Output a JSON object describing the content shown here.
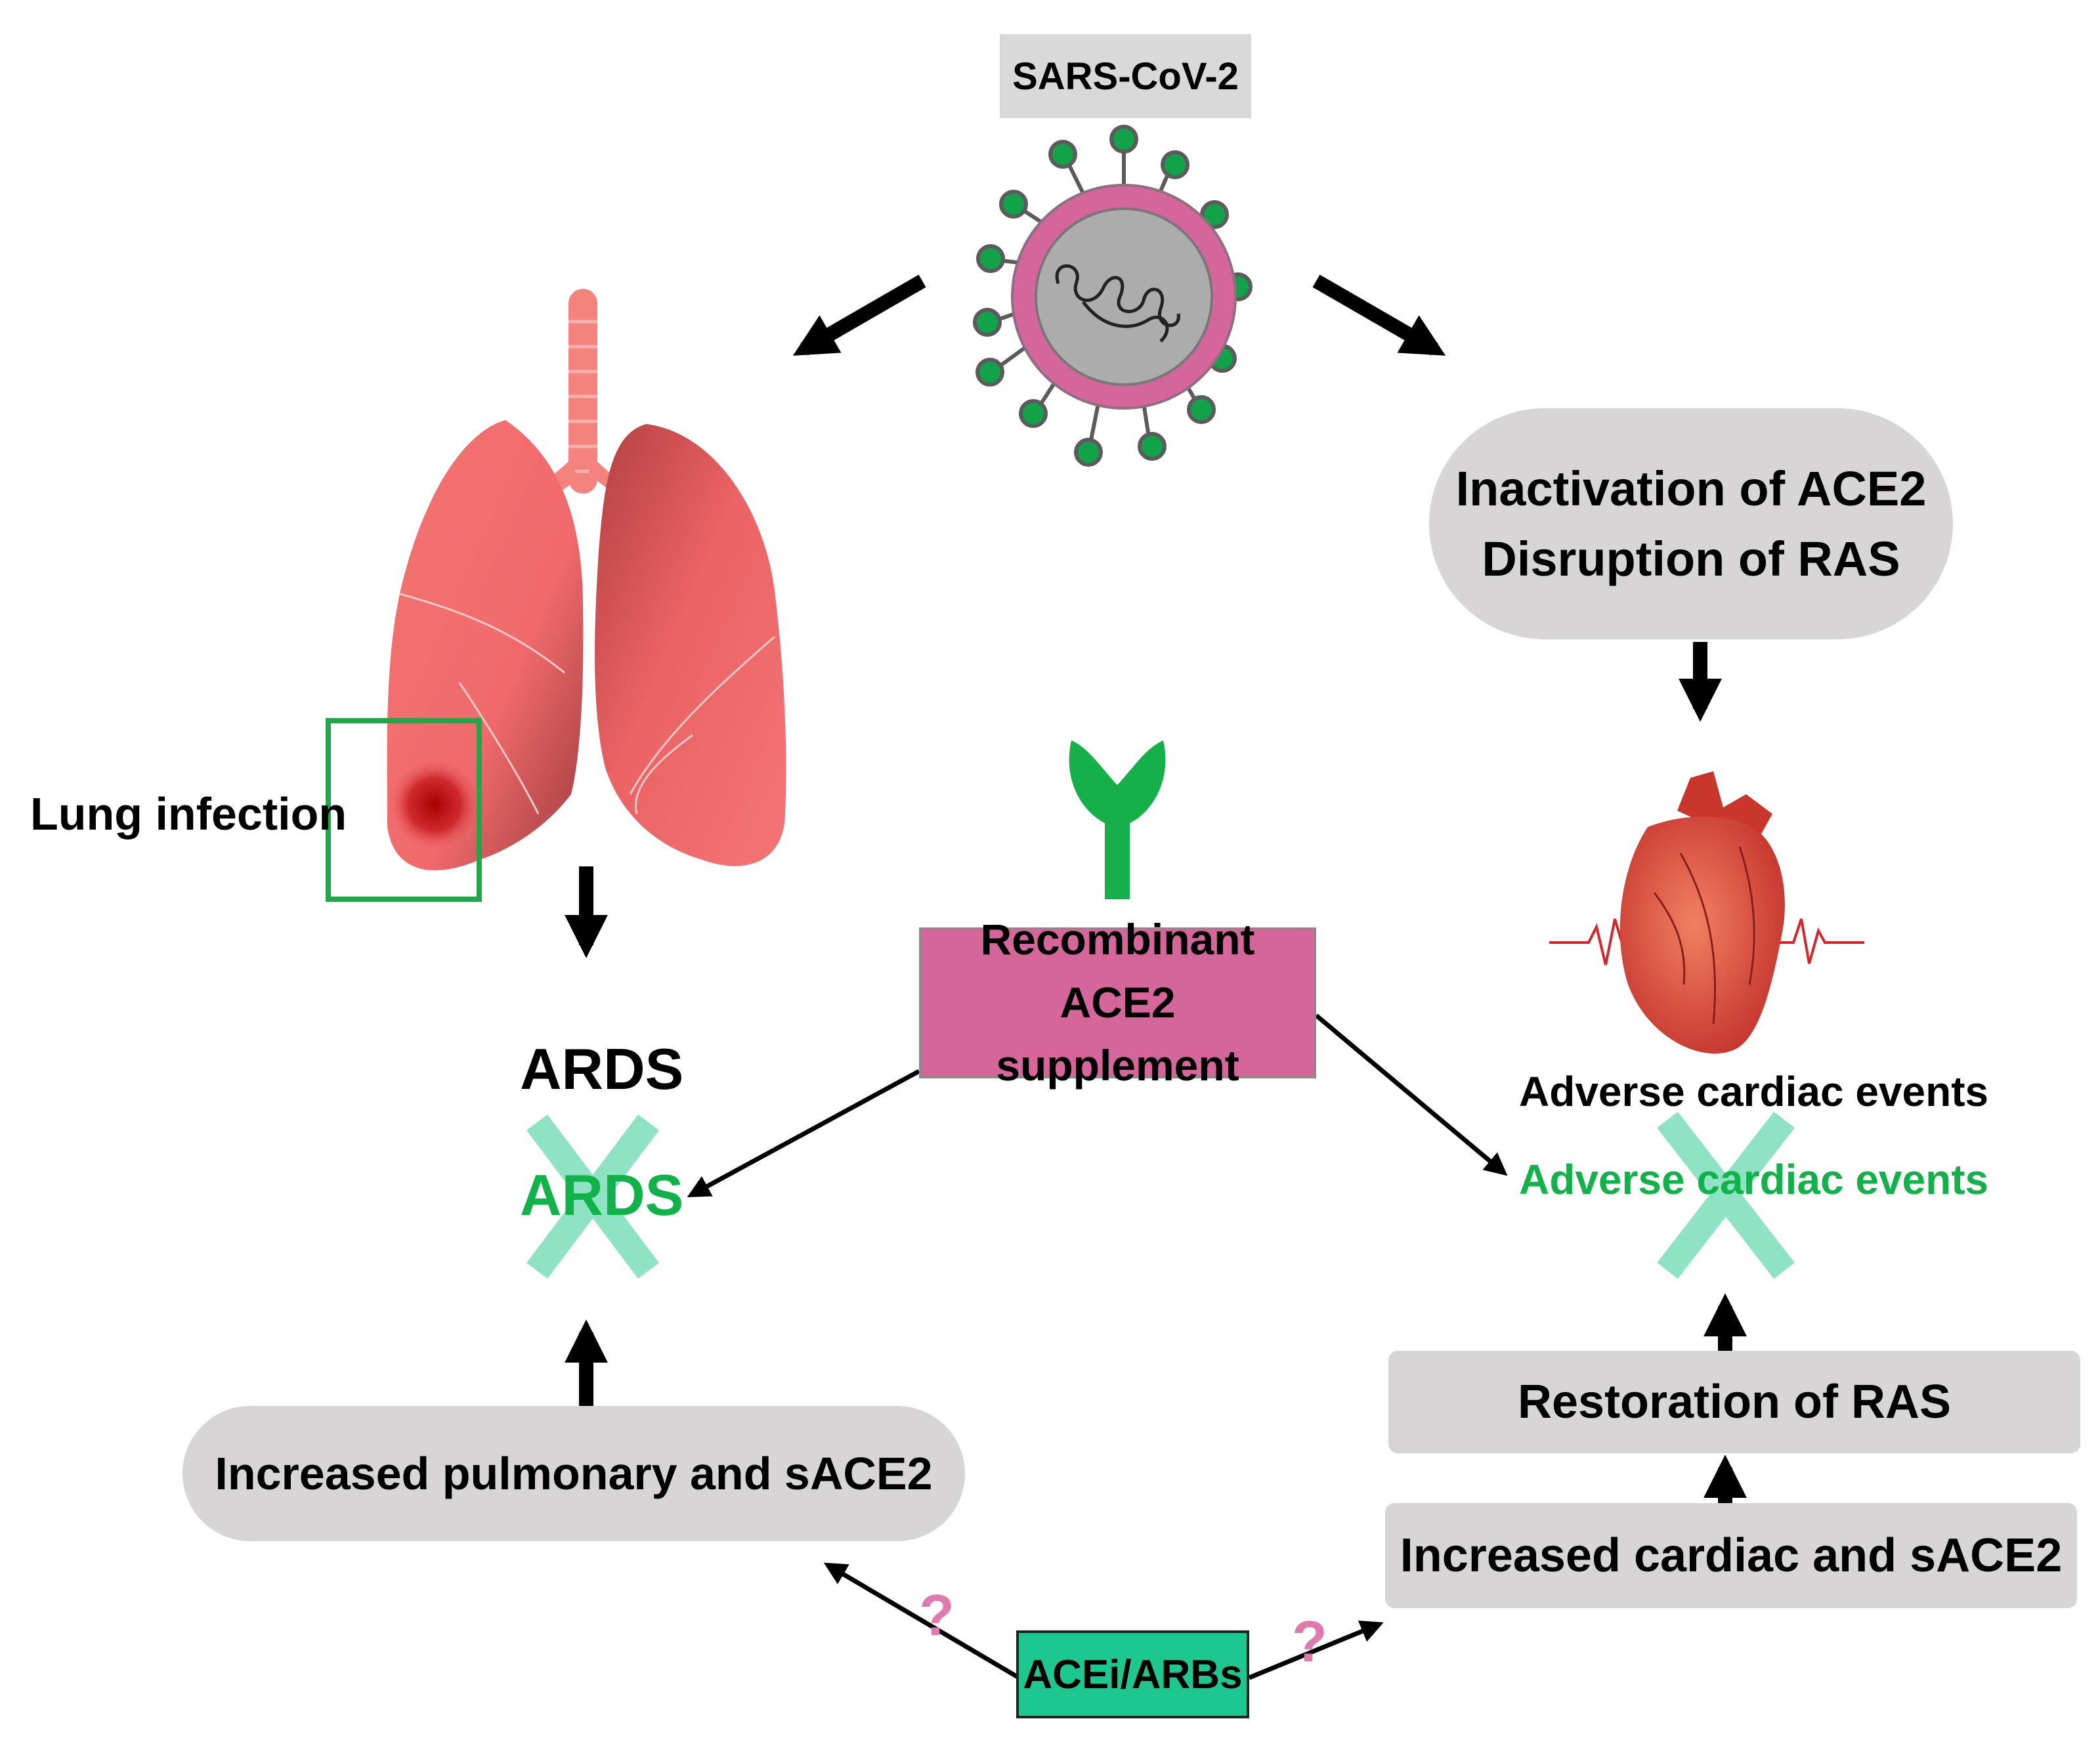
{
  "virus": {
    "label": "SARS-CoV-2"
  },
  "lung": {
    "infection_label": "Lung infection"
  },
  "ace2_inactivation": {
    "line1": "Inactivation of ACE2",
    "line2": "Disruption of RAS"
  },
  "ards": {
    "label": "ARDS",
    "prevented_label": "ARDS"
  },
  "cardiac": {
    "label": "Adverse cardiac events",
    "prevented_label": "Adverse cardiac events"
  },
  "recombinant": {
    "line1": "Recombinant ACE2",
    "line2": "supplement"
  },
  "pulmonary": {
    "label": "Increased pulmonary and sACE2"
  },
  "restoration": {
    "label": "Restoration of RAS"
  },
  "cardiac_sace2": {
    "label": "Increased cardiac and sACE2"
  },
  "acei": {
    "label": "ACEi/ARBs"
  },
  "uncertainty": {
    "left": "?",
    "right": "?"
  },
  "colors": {
    "pill_gray": "#d8d5d6",
    "label_gray": "#d9d9d9",
    "recombinant_pink": "#d4669a",
    "acei_green": "#1fc790",
    "prevented_green": "#12b24a",
    "cross_mint": "#8de3c4",
    "question_pink": "#e079ad",
    "receptor_green": "#15b04a",
    "infection_frame_green": "#21a64a"
  }
}
